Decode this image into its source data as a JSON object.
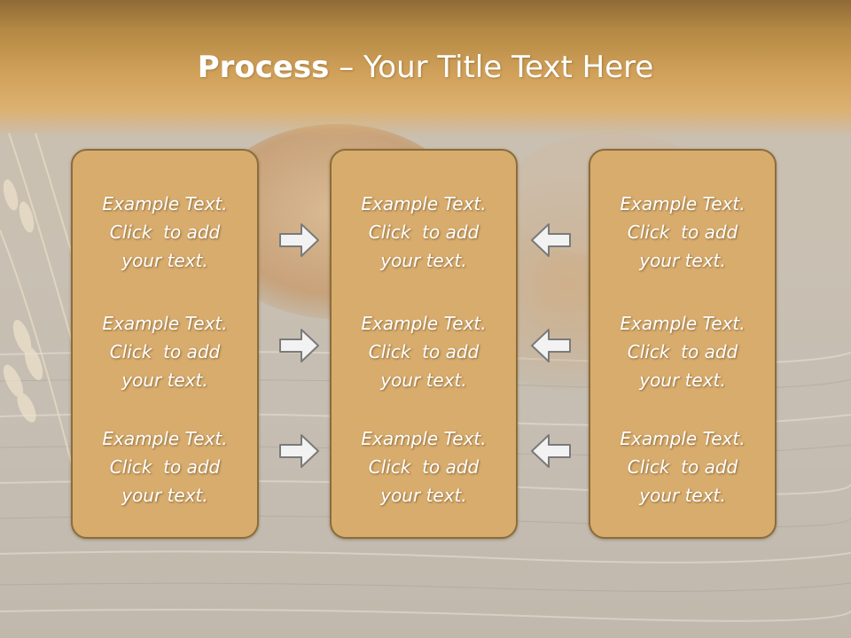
{
  "slide": {
    "title_bold": "Process",
    "title_rest": " – Your Title Text Here",
    "background_image": "bread-and-wheat-on-wooden-table",
    "colors": {
      "header": "#c9974f",
      "box_fill": "#d8ac6d",
      "box_border": "#8b6d3b",
      "text": "#ffffff",
      "arrow_fill": "#f2f2f2",
      "arrow_stroke": "#7a7a7a"
    }
  },
  "columns": [
    {
      "blocks": [
        {
          "line1": "Example Text.",
          "line2": "Click  to add",
          "line3": "your text."
        },
        {
          "line1": "Example Text.",
          "line2": "Click  to add",
          "line3": "your text."
        },
        {
          "line1": "Example Text.",
          "line2": "Click  to add",
          "line3": "your text."
        }
      ]
    },
    {
      "blocks": [
        {
          "line1": "Example Text.",
          "line2": "Click  to add",
          "line3": "your text."
        },
        {
          "line1": "Example Text.",
          "line2": "Click  to add",
          "line3": "your text."
        },
        {
          "line1": "Example Text.",
          "line2": "Click  to add",
          "line3": "your text."
        }
      ]
    },
    {
      "blocks": [
        {
          "line1": "Example Text.",
          "line2": "Click  to add",
          "line3": "your text."
        },
        {
          "line1": "Example Text.",
          "line2": "Click  to add",
          "line3": "your text."
        },
        {
          "line1": "Example Text.",
          "line2": "Click  to add",
          "line3": "your text."
        }
      ]
    }
  ],
  "arrows": {
    "left_group": [
      "right-arrow-icon",
      "right-arrow-icon",
      "right-arrow-icon"
    ],
    "right_group": [
      "left-arrow-icon",
      "left-arrow-icon",
      "left-arrow-icon"
    ]
  }
}
